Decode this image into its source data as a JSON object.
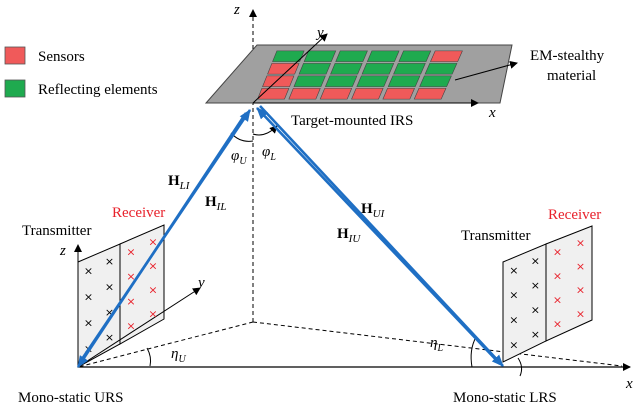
{
  "legend": {
    "items": [
      {
        "label": "Sensors",
        "color": "#f05a5a"
      },
      {
        "label": "Reflecting elements",
        "color": "#1faa4f"
      }
    ]
  },
  "irs": {
    "caption": "Target-mounted IRS",
    "material_label_line1": "EM-stealthy",
    "material_label_line2": "material"
  },
  "axes": {
    "z": "z",
    "x": "x",
    "y": "y"
  },
  "left_array": {
    "transmitter": "Transmitter",
    "receiver": "Receiver",
    "caption": "Mono-static URS"
  },
  "right_array": {
    "transmitter": "Transmitter",
    "receiver": "Receiver",
    "caption": "Mono-static LRS"
  },
  "channels": {
    "h_li": {
      "base": "H",
      "sub": "LI"
    },
    "h_il": {
      "base": "H",
      "sub": "IL"
    },
    "h_ui": {
      "base": "H",
      "sub": "UI"
    },
    "h_iu": {
      "base": "H",
      "sub": "IU"
    }
  },
  "angles": {
    "phi_u": {
      "base": "φ",
      "sub": "U"
    },
    "phi_l": {
      "base": "φ",
      "sub": "L"
    },
    "eta_u": {
      "base": "η",
      "sub": "U"
    },
    "eta_l": {
      "base": "η",
      "sub": "L"
    }
  },
  "colors": {
    "beam": "#1f6fc4",
    "sensor": "#f05a5a",
    "reflector": "#1faa4f",
    "material": "#a0a0a0",
    "receiver_text": "#e8212b",
    "panel": "#f0f0f0"
  }
}
